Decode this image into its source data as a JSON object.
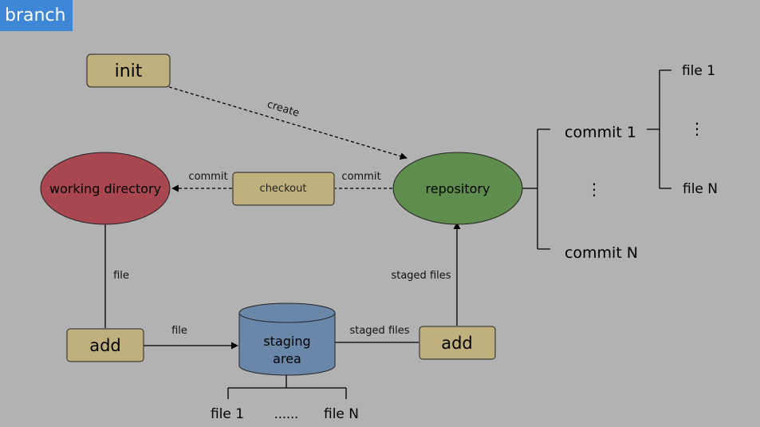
{
  "badge": "branch",
  "nodes": {
    "init": "init",
    "working_directory": "working directory",
    "checkout": "checkout",
    "repository": "repository",
    "add_left": "add",
    "add_right": "add",
    "staging_line1": "staging",
    "staging_line2": "area"
  },
  "edge_labels": {
    "create": "create",
    "commit_left": "commit",
    "commit_right": "commit",
    "file_vertical": "file",
    "file_horizontal": "file",
    "staged_files_horizontal": "staged files",
    "staged_files_vertical": "staged files"
  },
  "repo_tree": {
    "commit_first": "commit 1",
    "commit_ellipsis": "⋮",
    "commit_last": "commit N",
    "file_first": "file 1",
    "file_ellipsis": "⋮",
    "file_last": "file N"
  },
  "staging_tree": {
    "file_first": "file 1",
    "file_ellipsis": "......",
    "file_last": "file N"
  }
}
